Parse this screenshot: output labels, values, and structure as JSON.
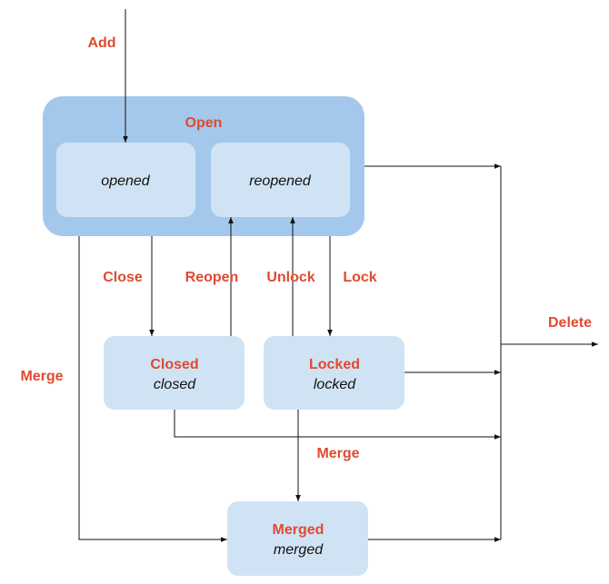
{
  "states": {
    "open": {
      "title": "Open",
      "sub1": "opened",
      "sub2": "reopened"
    },
    "closed": {
      "title": "Closed",
      "name": "closed"
    },
    "locked": {
      "title": "Locked",
      "name": "locked"
    },
    "merged": {
      "title": "Merged",
      "name": "merged"
    }
  },
  "transitions": {
    "add": "Add",
    "close": "Close",
    "reopen": "Reopen",
    "unlock": "Unlock",
    "lock": "Lock",
    "merge_left": "Merge",
    "merge_center": "Merge",
    "delete": "Delete"
  },
  "colors": {
    "label_red": "#e04a2f",
    "outer_box": "#a4c8eb",
    "inner_box": "#d0e3f4"
  }
}
